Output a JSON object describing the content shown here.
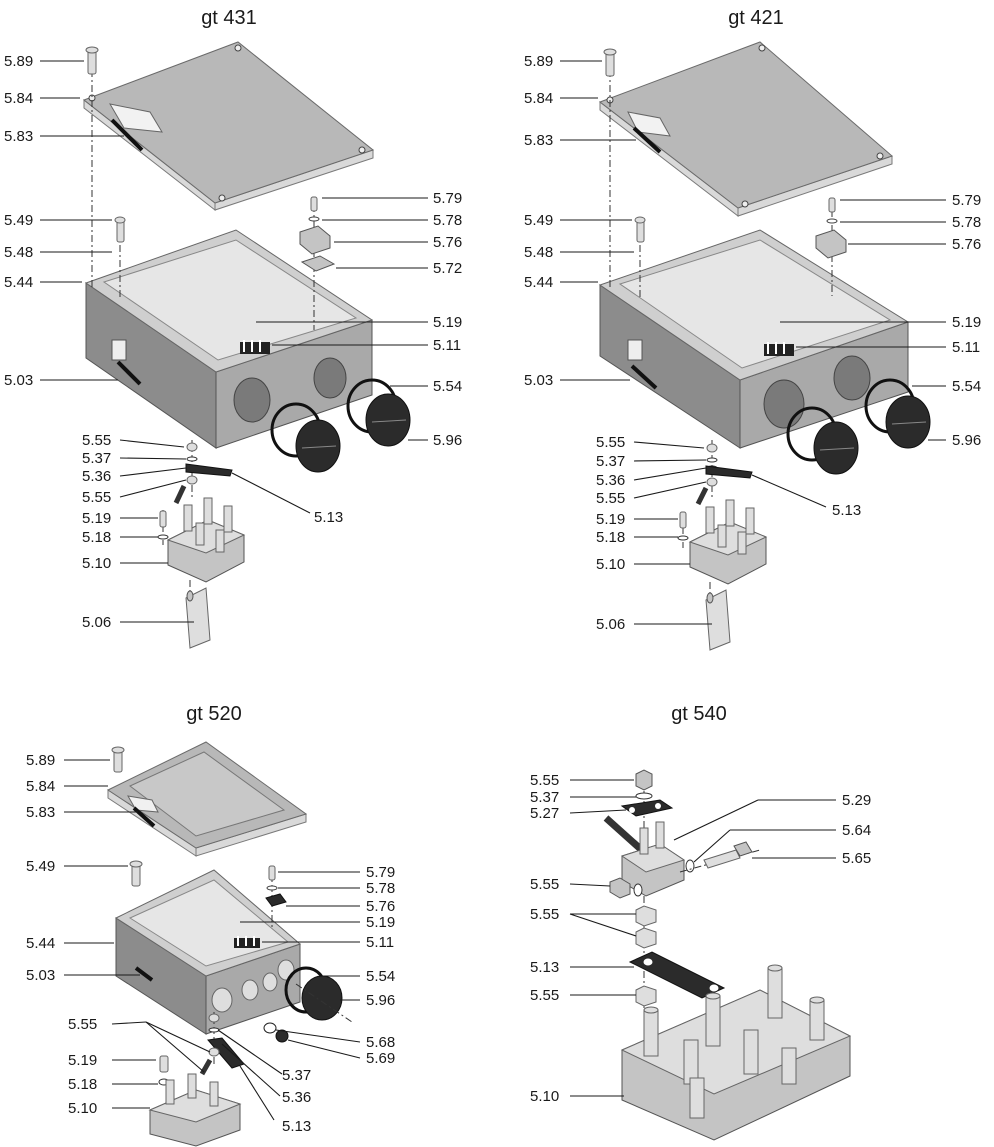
{
  "diagrams": [
    {
      "title": "gt 431",
      "labels": [
        "5.89",
        "5.84",
        "5.83",
        "5.49",
        "5.48",
        "5.44",
        "5.03",
        "5.79",
        "5.78",
        "5.76",
        "5.72",
        "5.19",
        "5.11",
        "5.54",
        "5.96",
        "5.55",
        "5.37",
        "5.36",
        "5.55",
        "5.19",
        "5.18",
        "5.10",
        "5.06",
        "5.13"
      ]
    },
    {
      "title": "gt 421",
      "labels": [
        "5.89",
        "5.84",
        "5.83",
        "5.49",
        "5.48",
        "5.44",
        "5.03",
        "5.79",
        "5.78",
        "5.76",
        "5.19",
        "5.11",
        "5.54",
        "5.96",
        "5.55",
        "5.37",
        "5.36",
        "5.55",
        "5.19",
        "5.18",
        "5.10",
        "5.06",
        "5.13"
      ]
    },
    {
      "title": "gt 520",
      "labels": [
        "5.89",
        "5.84",
        "5.83",
        "5.49",
        "5.44",
        "5.03",
        "5.55",
        "5.19",
        "5.18",
        "5.10",
        "5.79",
        "5.78",
        "5.76",
        "5.19",
        "5.11",
        "5.54",
        "5.96",
        "5.68",
        "5.69",
        "5.37",
        "5.36",
        "5.13"
      ]
    },
    {
      "title": "gt 540",
      "labels": [
        "5.55",
        "5.37",
        "5.27",
        "5.55",
        "5.55",
        "5.13",
        "5.55",
        "5.10",
        "5.29",
        "5.64",
        "5.65"
      ]
    }
  ]
}
